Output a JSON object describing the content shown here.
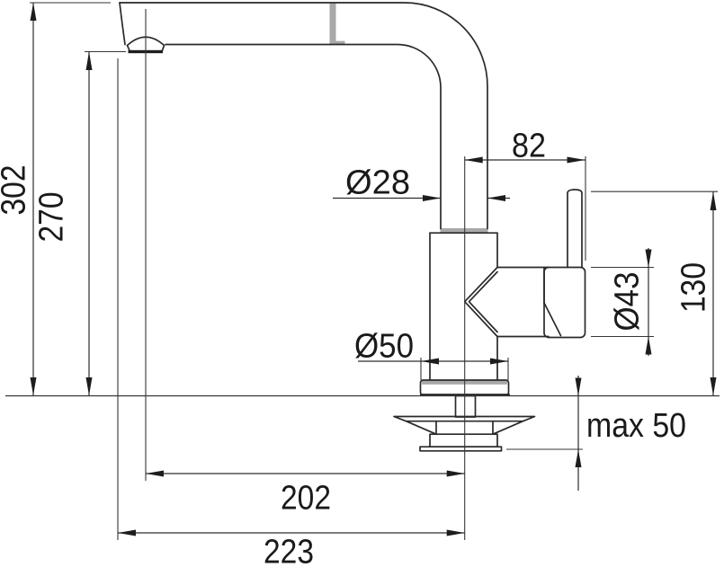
{
  "drawing": {
    "colors": {
      "line": "#2a2a2a",
      "label_text": "#1a1a1a",
      "joint_gray": "#a8a8a8",
      "background": "#ffffff"
    },
    "dimensions": {
      "total_height": {
        "label": "302"
      },
      "spout_outlet_height": {
        "label": "270"
      },
      "handle_offset": {
        "label": "82"
      },
      "spout_tube_diameter": {
        "label": "Ø28"
      },
      "body_diameter": {
        "label": "Ø43"
      },
      "upper_body_height": {
        "label": "130"
      },
      "base_diameter": {
        "label": "Ø50"
      },
      "max_counter_thickness": {
        "label": "max 50"
      },
      "spout_reach_to_outlet": {
        "label": "202"
      },
      "spout_reach_total": {
        "label": "223"
      }
    }
  }
}
